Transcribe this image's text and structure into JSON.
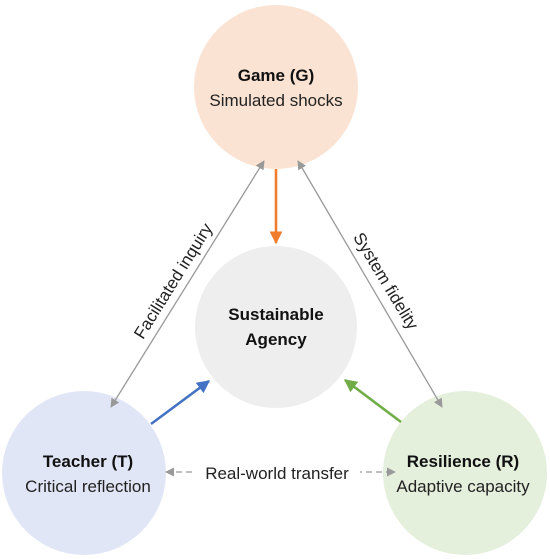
{
  "nodes": {
    "game": {
      "title": "Game (G)",
      "subtitle": "Simulated shocks",
      "color": "#fbe3d3"
    },
    "teacher": {
      "title": "Teacher (T)",
      "subtitle": "Critical reflection",
      "color": "#e1e6f6"
    },
    "resilience": {
      "title": "Resilience (R)",
      "subtitle": "Adaptive capacity",
      "color": "#e4efdc"
    },
    "center": {
      "line1": "Sustainable",
      "line2": "Agency",
      "color": "#eeeeee"
    }
  },
  "edges": {
    "facilitated": {
      "label": "Facilitated inquiry",
      "color": "#999999"
    },
    "fidelity": {
      "label": "System fidelity",
      "color": "#999999"
    },
    "transfer": {
      "label": "Real-world transfer",
      "color": "#999999"
    },
    "game_to_center": {
      "color": "#ef7d2d"
    },
    "teacher_to_center": {
      "color": "#4472c4"
    },
    "resilience_to_center": {
      "color": "#70ad47"
    }
  }
}
